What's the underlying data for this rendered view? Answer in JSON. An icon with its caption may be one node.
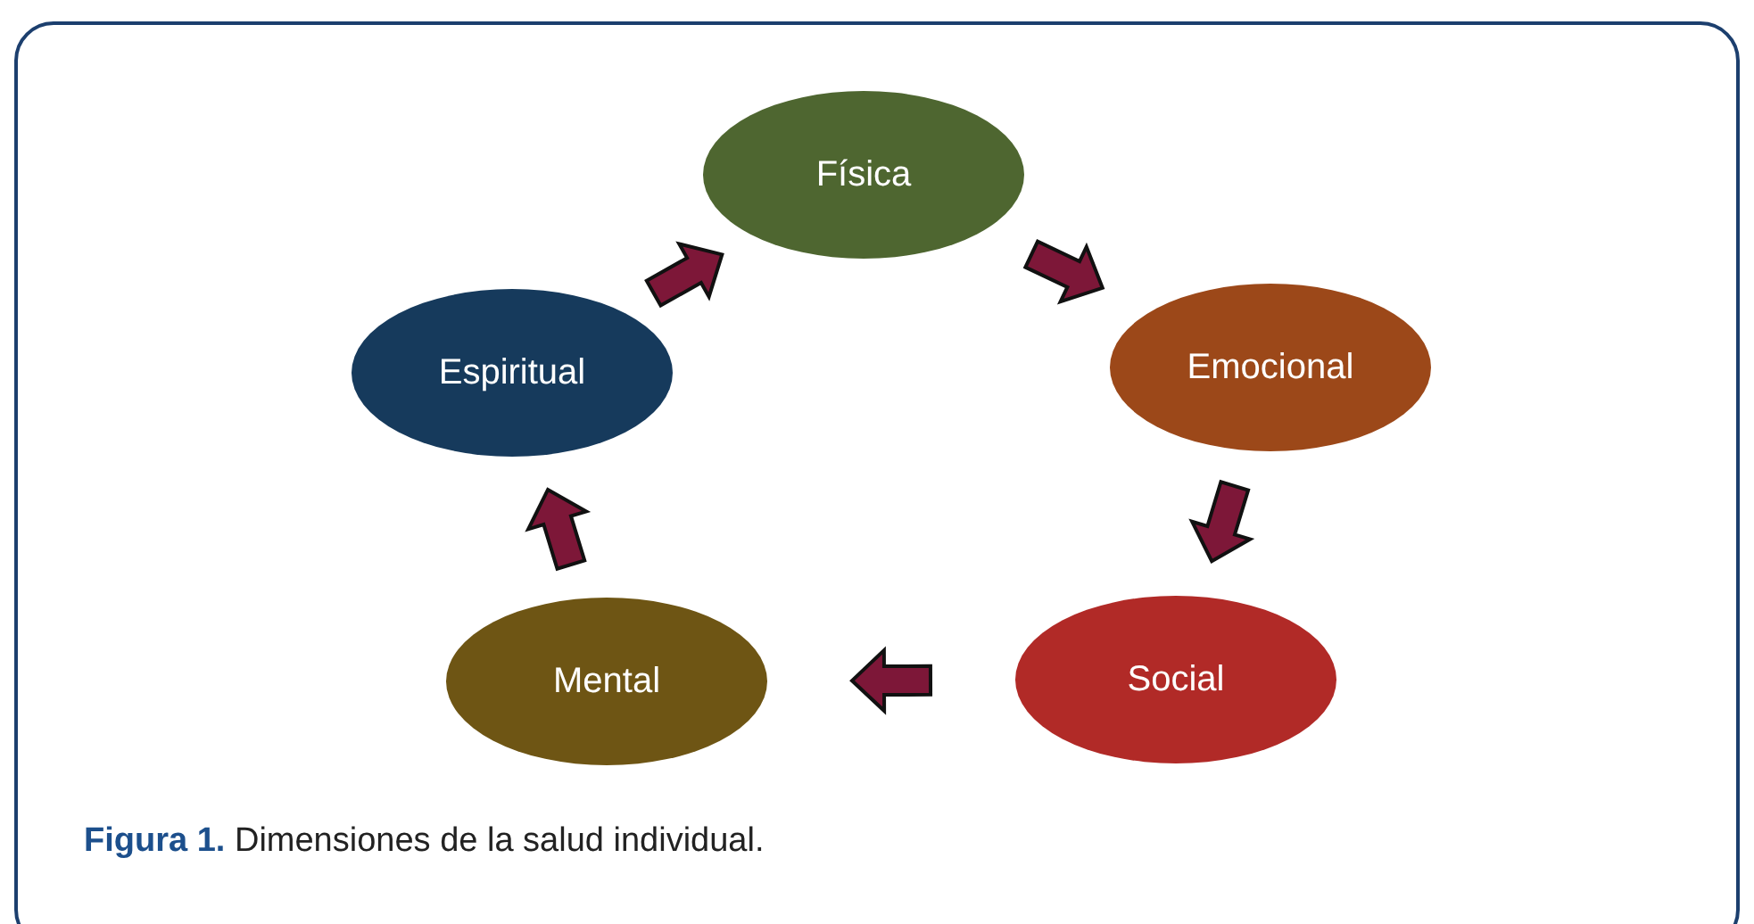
{
  "diagram": {
    "caption": "**Figura 1.** Dimensiones de la salud individual.",
    "nodes": [
      {
        "text": [
          "Física"
        ]
      },
      {
        "text": [
          "Emocional"
        ]
      },
      {
        "text": [
          "Social"
        ]
      },
      {
        "text": [
          "Mental"
        ]
      },
      {
        "text": [
          "Espiritual"
        ]
      }
    ],
    "edges": [
      {
        "from": 0,
        "to": 1,
        "arrow": "to"
      },
      {
        "from": 1,
        "to": 2,
        "arrow": "to"
      },
      {
        "from": 2,
        "to": 3,
        "arrow": "to"
      },
      {
        "from": 3,
        "to": 4,
        "arrow": "to"
      },
      {
        "from": 4,
        "to": 0,
        "arrow": "to"
      }
    ]
  }
}
